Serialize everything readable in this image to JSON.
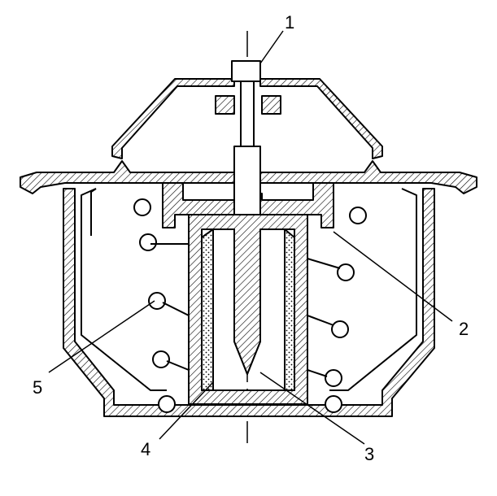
{
  "diagram": {
    "callouts": [
      {
        "id": "1",
        "label": "1"
      },
      {
        "id": "2",
        "label": "2"
      },
      {
        "id": "3",
        "label": "3"
      },
      {
        "id": "4",
        "label": "4"
      },
      {
        "id": "5",
        "label": "5"
      }
    ]
  },
  "colors": {
    "ink": "#000000",
    "paper": "#ffffff"
  }
}
